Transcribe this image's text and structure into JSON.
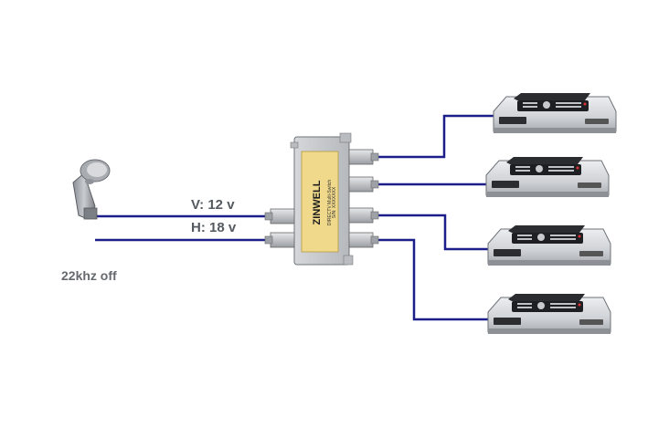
{
  "labels": {
    "vertical": "V: 12 v",
    "horizontal": "H: 18 v",
    "tone": "22khz off"
  },
  "multiswitch": {
    "brand": "ZINWELL",
    "serial": "S/N: XXXXXXX",
    "model_line": "DIRECTV Multi-Switch"
  },
  "colors": {
    "cable": "#1c1f8a",
    "device_body": "#d9dadc",
    "switch_label": "#f0d98a"
  }
}
